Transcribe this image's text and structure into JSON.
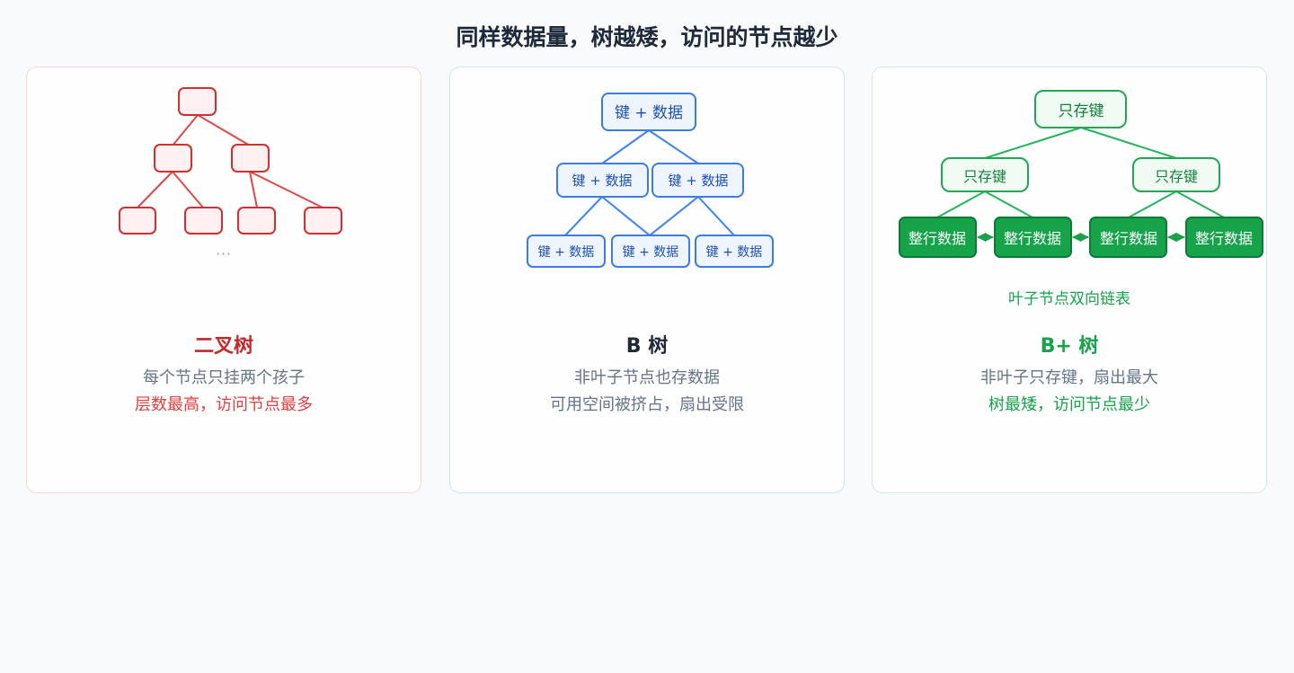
{
  "title": "同样数据量，树越矮，访问的节点越少",
  "colors": {
    "binary": "#d32f2f",
    "btree": "#3b82f6",
    "bplus": "#16a34a"
  },
  "cards": {
    "binary": {
      "title": "二叉树",
      "desc": "每个节点只挂两个孩子",
      "note": "层数最高，访问节点最多",
      "ellipsis": "···"
    },
    "btree": {
      "title": "B 树",
      "desc": "非叶子节点也存数据",
      "note": "可用空间被挤占，扇出受限",
      "node_label": "键 + 数据"
    },
    "bplus": {
      "title": "B+ 树",
      "desc": "非叶子只存键，扇出最大",
      "note": "树最矮，访问节点最少",
      "internal_label": "只存键",
      "leaf_label": "整行数据",
      "link_caption": "叶子节点双向链表"
    }
  }
}
